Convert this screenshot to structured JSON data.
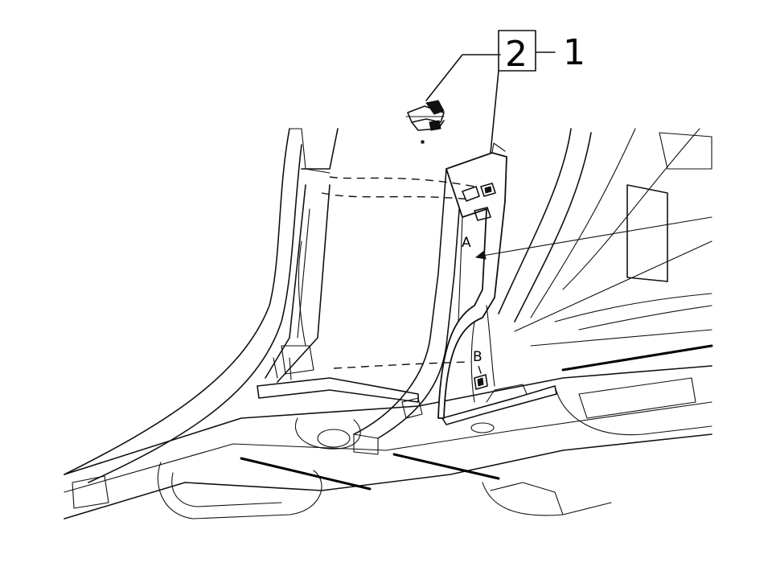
{
  "callouts": {
    "assembly_number": "1",
    "part_number": "2"
  },
  "markers": {
    "a": "A",
    "b": "B"
  }
}
